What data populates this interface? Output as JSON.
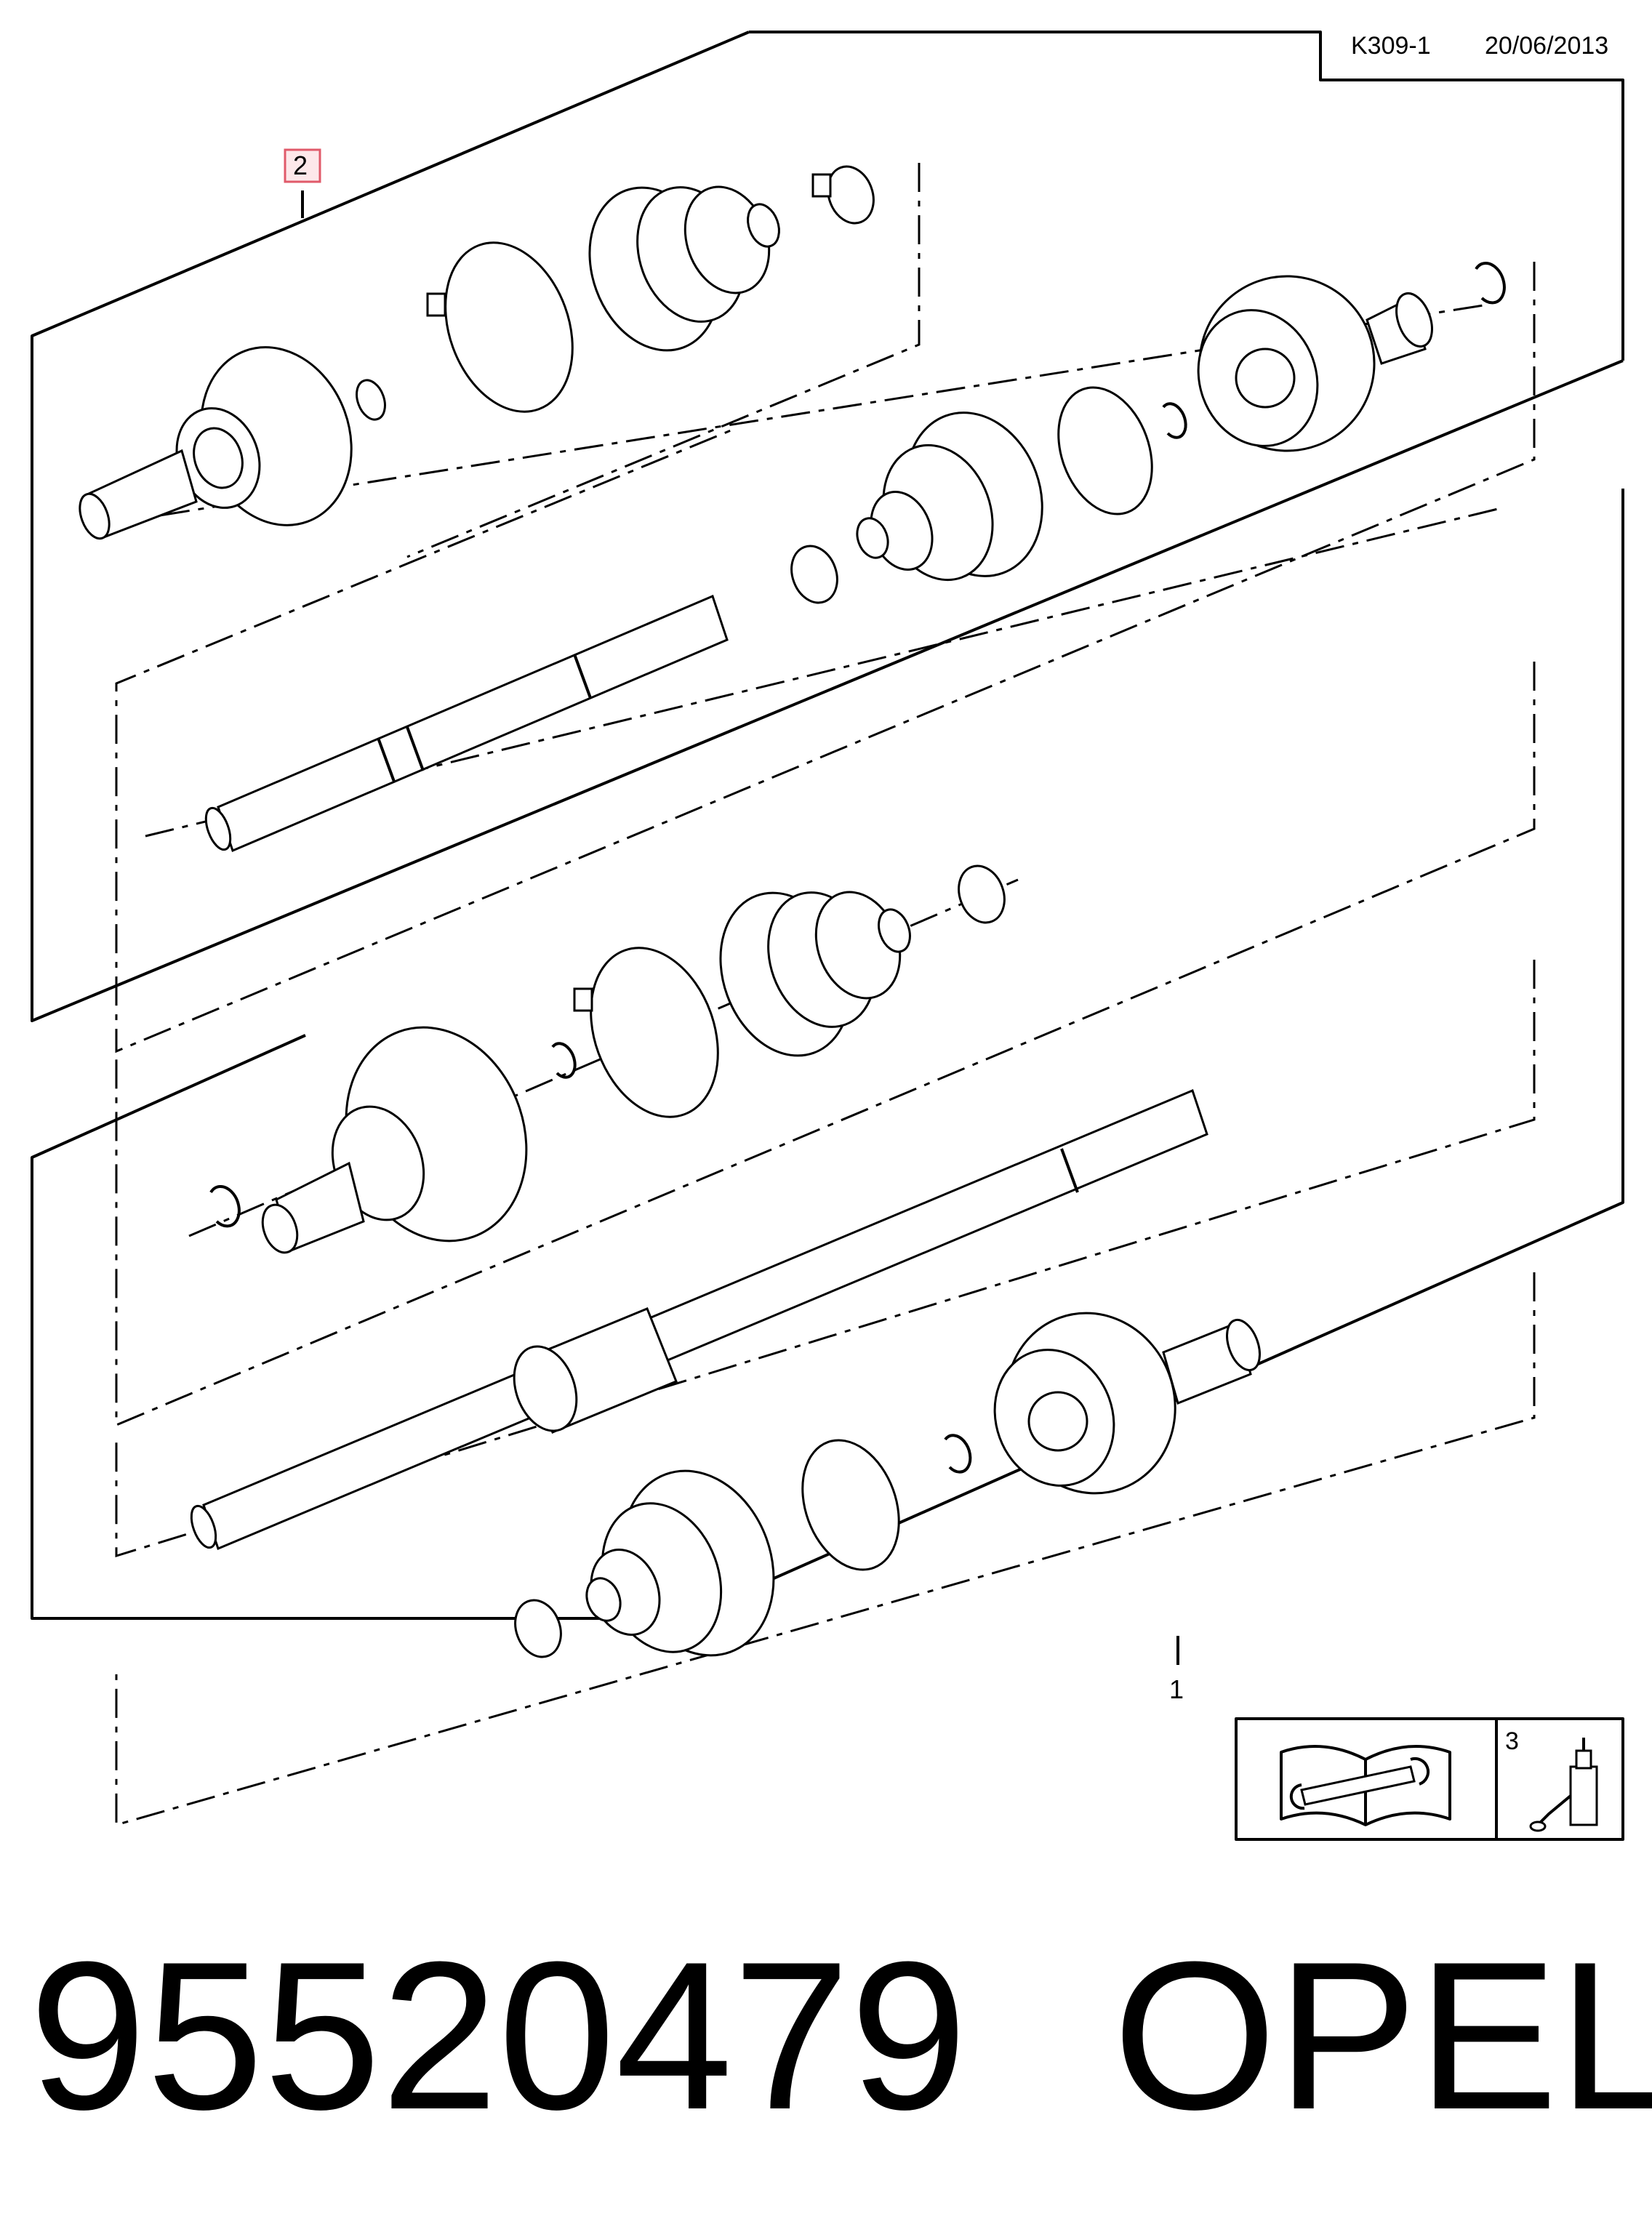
{
  "header": {
    "diagram_code": "K309-1",
    "date": "20/06/2013"
  },
  "callouts": {
    "upper_assembly": "2",
    "lower_assembly": "1",
    "lubricant": "3"
  },
  "colors": {
    "callout_highlight_border": "#e05a6a",
    "callout_highlight_fill": "#fde8ea",
    "line": "#000000"
  },
  "icons": {
    "manual": "repair-manual-icon",
    "lubricant": "grease-bottle-icon"
  },
  "footer": {
    "part_number": "95520479",
    "brand": "OPEL"
  }
}
